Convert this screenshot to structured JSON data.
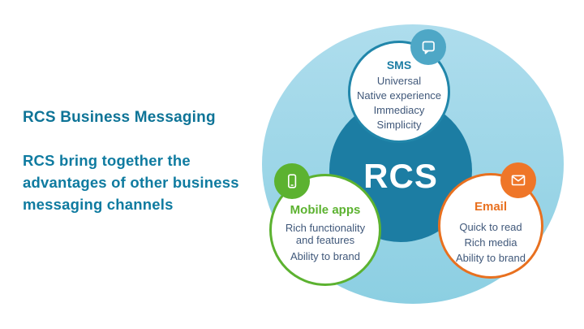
{
  "intro": {
    "title": "RCS Business Messaging",
    "description_lines": [
      "RCS bring together the",
      "advantages of other business",
      "messaging channels"
    ]
  },
  "diagram": {
    "center_label": "RCS",
    "sms": {
      "title": "SMS",
      "icon": "chat-bubble-icon",
      "items": [
        "Universal",
        "Native experience",
        "Immediacy",
        "Simplicity"
      ]
    },
    "mobile": {
      "title": "Mobile apps",
      "icon": "smartphone-icon",
      "items": [
        "Rich functionality and features",
        "Ability to brand"
      ]
    },
    "email": {
      "title": "Email",
      "icon": "envelope-icon",
      "items": [
        "Quick to read",
        "Rich media",
        "Ability to brand"
      ]
    },
    "colors": {
      "background_circle_top": "#aedded",
      "background_circle_bottom": "#8ccfe2",
      "center_circle": "#1c7da3",
      "sms_accent": "#2186aa",
      "sms_icon_bg": "#4ea7c6",
      "mobile_accent": "#5cb230",
      "email_accent": "#e8701f",
      "email_icon_bg": "#ef7628",
      "item_text": "#40587a",
      "intro_text": "#0e7497",
      "center_label_text": "#ffffff"
    }
  }
}
